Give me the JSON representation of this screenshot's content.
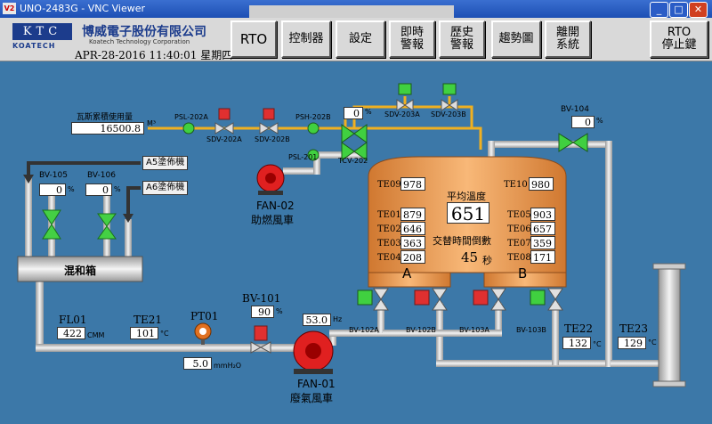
{
  "window": {
    "title": "UNO-2483G - VNC Viewer",
    "icon_text": "V2",
    "minimize": "_",
    "maximize": "□",
    "close": "✕"
  },
  "header": {
    "logo": "KTC",
    "koatech": "KOATECH",
    "company": "博威電子股份有限公司",
    "company_en": "Koatech Technology Corporation",
    "datetime": "APR-28-2016  11:40:01 星期四"
  },
  "nav": {
    "rto": "RTO",
    "controller": "控制器",
    "settings": "設定",
    "realtime_alarm": "即時\n警報",
    "history_alarm": "歷史\n警報",
    "trend": "趨勢圖",
    "exit": "離開\n系統",
    "rto_stop": "RTO\n停止鍵"
  },
  "process": {
    "gas_usage_label": "瓦斯累積使用量",
    "gas_usage_value": "16500.8",
    "gas_usage_unit": "M³",
    "psl_202a": "PSL-202A",
    "sdv_202a": "SDV-202A",
    "sdv_202b": "SDV-202B",
    "psh_202b": "PSH-202B",
    "tcv_202_value": "0",
    "tcv_202_unit": "%",
    "tcv_202": "TCV-202",
    "sdv_203a": "SDV-203A",
    "sdv_203b": "SDV-203B",
    "psl_201": "PSL-201",
    "bv_104": "BV-104",
    "bv_104_value": "0",
    "bv_104_unit": "%",
    "fan_02": "FAN-02",
    "fan_02_desc": "助燃風車",
    "a5_machine": "A5塗佈機",
    "a6_machine": "A6塗佈機",
    "bv_105": "BV-105",
    "bv_106": "BV-106",
    "bv_105_value": "0",
    "bv_106_value": "0",
    "percent": "%",
    "mix_box": "混和箱",
    "fl01": "FL01",
    "fl01_value": "422",
    "fl01_unit": "CMM",
    "te21": "TE21",
    "te21_value": "101",
    "degc": "°C",
    "pt01": "PT01",
    "pt01_value": "5.0",
    "pt01_unit": "mmH₂O",
    "bv_101": "BV-101",
    "bv_101_value": "90",
    "fan_01_value": "53.0",
    "fan_01_unit": "Hz",
    "fan_01": "FAN-01",
    "fan_01_desc": "廢氣風車",
    "bv_102a": "BV-102A",
    "bv_102b": "BV-102B",
    "bv_103a": "BV-103A",
    "bv_103b": "BV-103B",
    "te22": "TE22",
    "te22_value": "132",
    "te23": "TE23",
    "te23_value": "129"
  },
  "tank": {
    "te09": "TE09",
    "te09_value": "978",
    "te10": "TE10",
    "te10_value": "980",
    "avg_temp_label": "平均溫度",
    "avg_temp_value": "651",
    "te01": "TE01",
    "te01_value": "879",
    "te02": "TE02",
    "te02_value": "646",
    "te03": "TE03",
    "te03_value": "363",
    "te04": "TE04",
    "te04_value": "208",
    "te05": "TE05",
    "te05_value": "903",
    "te06": "TE06",
    "te06_value": "657",
    "te07": "TE07",
    "te07_value": "359",
    "te08": "TE08",
    "te08_value": "171",
    "countdown_label": "交替時間倒數",
    "countdown_value": "45",
    "countdown_unit": "秒",
    "chamber_a": "A",
    "chamber_b": "B"
  },
  "colors": {
    "background": "#3c78a8",
    "gas_pipe": "#f0b020",
    "tank": "#f0a050",
    "valve_green": "#40d040",
    "valve_red": "#e03030",
    "fan_red": "#e02020"
  }
}
